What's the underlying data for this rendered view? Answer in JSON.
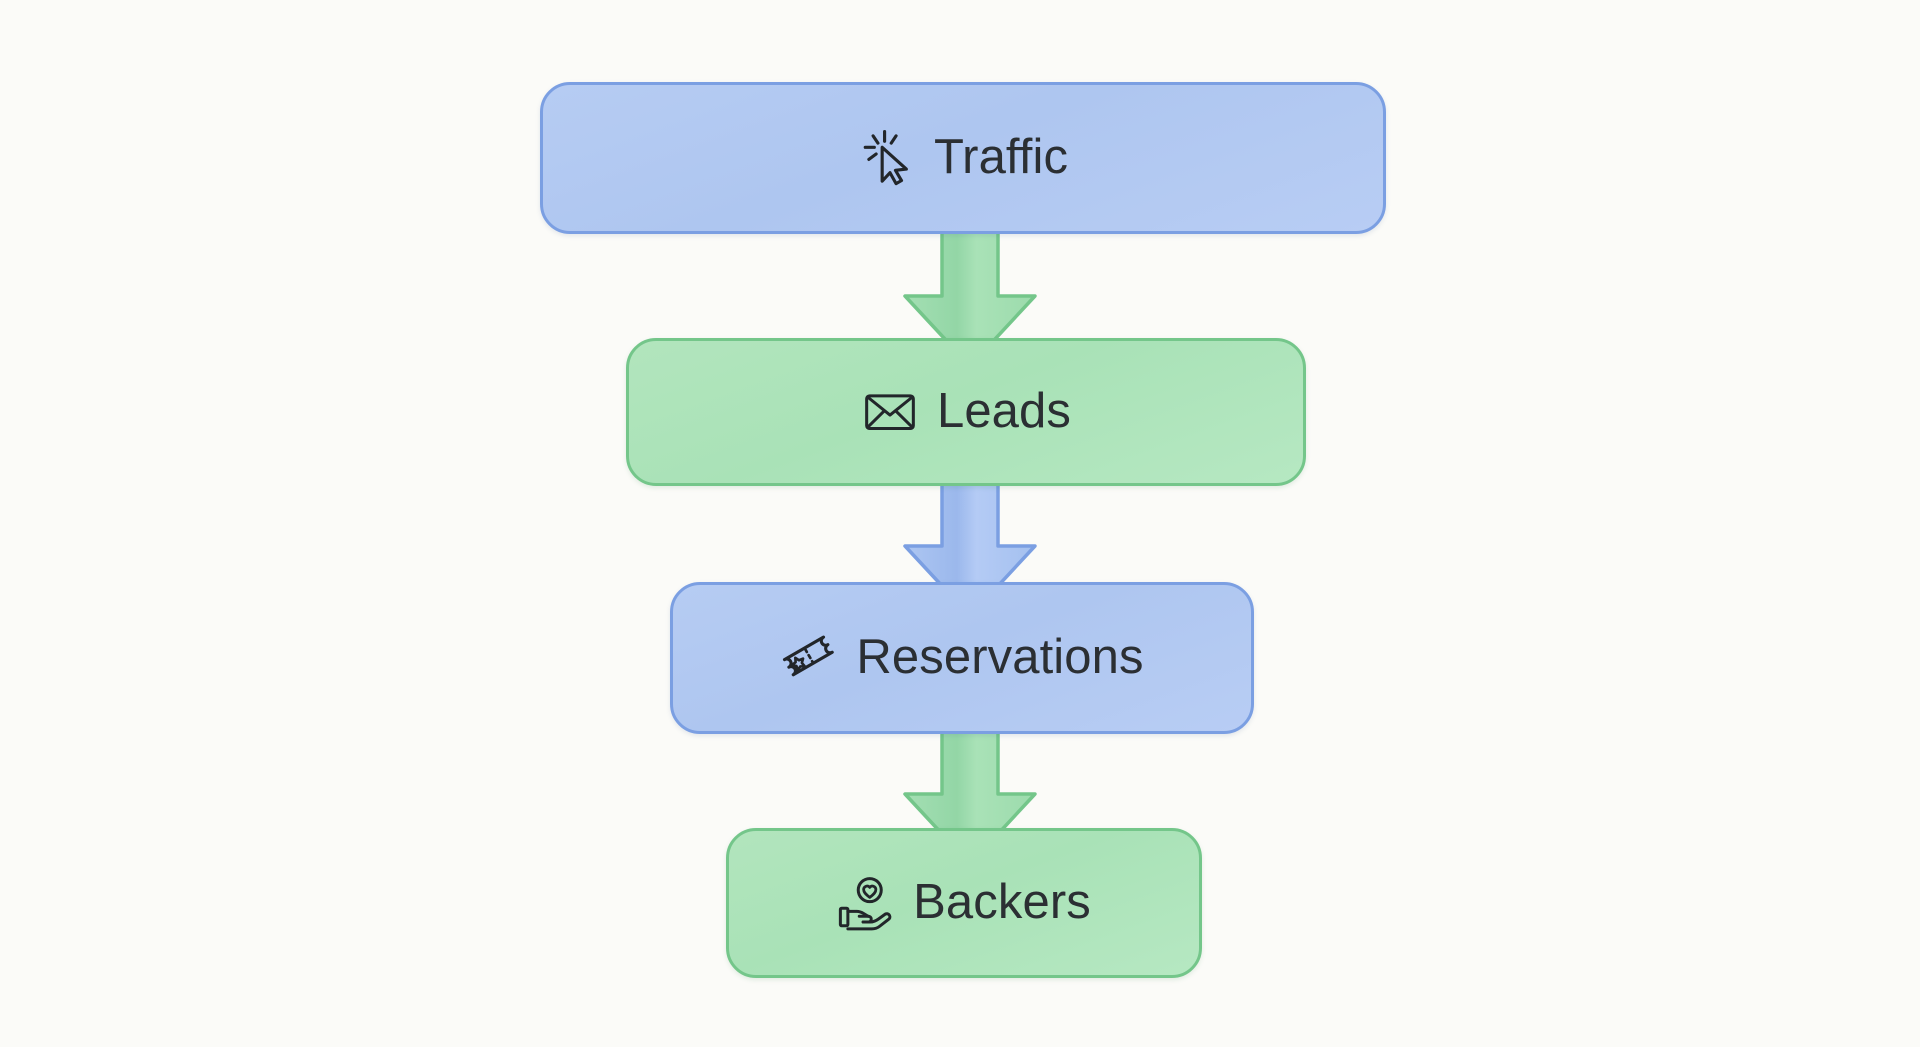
{
  "diagram": {
    "type": "funnel-flow",
    "background_color": "#fbfbf8",
    "orientation": "vertical top-to-bottom",
    "nodes": [
      {
        "id": "traffic",
        "label": "Traffic",
        "icon": "cursor-click-icon",
        "color": "blue",
        "fill": "#aec6f0",
        "stroke": "#7b9fe2",
        "stage": 1
      },
      {
        "id": "leads",
        "label": "Leads",
        "icon": "envelope-icon",
        "color": "green",
        "fill": "#a9e2b7",
        "stroke": "#74c68a",
        "stage": 2
      },
      {
        "id": "reservations",
        "label": "Reservations",
        "icon": "ticket-star-icon",
        "color": "blue",
        "fill": "#aec6f0",
        "stroke": "#7b9fe2",
        "stage": 3
      },
      {
        "id": "backers",
        "label": "Backers",
        "icon": "hand-heart-icon",
        "color": "green",
        "fill": "#a9e2b7",
        "stroke": "#74c68a",
        "stage": 4
      }
    ],
    "connectors": [
      {
        "id": "traffic-to-leads",
        "from": "traffic",
        "to": "leads",
        "shape": "down-arrow",
        "color": "green",
        "fill": "#a9e2b7",
        "stroke": "#74c68a"
      },
      {
        "id": "leads-to-reservations",
        "from": "leads",
        "to": "reservations",
        "shape": "down-arrow",
        "color": "blue",
        "fill": "#aec6f0",
        "stroke": "#7b9fe2"
      },
      {
        "id": "reservations-to-backers",
        "from": "reservations",
        "to": "backers",
        "shape": "down-arrow",
        "color": "green",
        "fill": "#a9e2b7",
        "stroke": "#74c68a"
      }
    ],
    "text_color": "#2b2f33"
  }
}
